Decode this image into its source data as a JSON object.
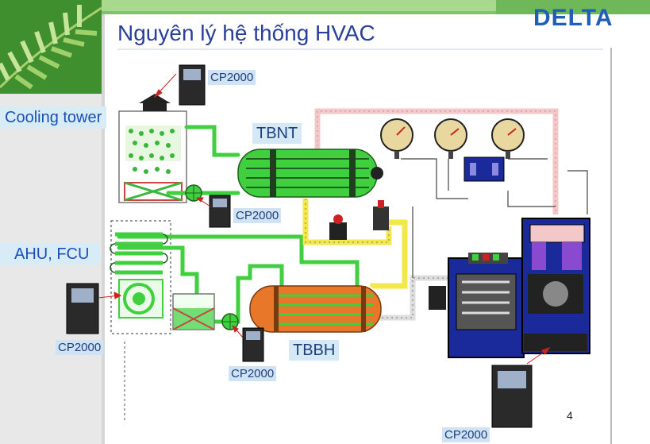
{
  "header": {
    "title": "Nguyên lý hệ thống HVAC",
    "brand": "DELTA",
    "page_number": "4"
  },
  "labels": {
    "cooling_tower": "Cooling tower",
    "ahu_fcu": "AHU, FCU",
    "condenser": "TBNT",
    "evaporator": "TBBH"
  },
  "drives": [
    {
      "label": "CP2000"
    },
    {
      "label": "CP2000"
    },
    {
      "label": "CP2000"
    },
    {
      "label": "CP2000"
    },
    {
      "label": "CP2000"
    }
  ],
  "colors": {
    "water_pipe": "#3fcf3f",
    "refrigerant_pipe": "#f2e84a",
    "hot_gas_pipe": "#f3c8c8",
    "compressor": "#1a2a9a",
    "evaporator_shell": "#e8772a",
    "title": "#2a3f9a"
  }
}
